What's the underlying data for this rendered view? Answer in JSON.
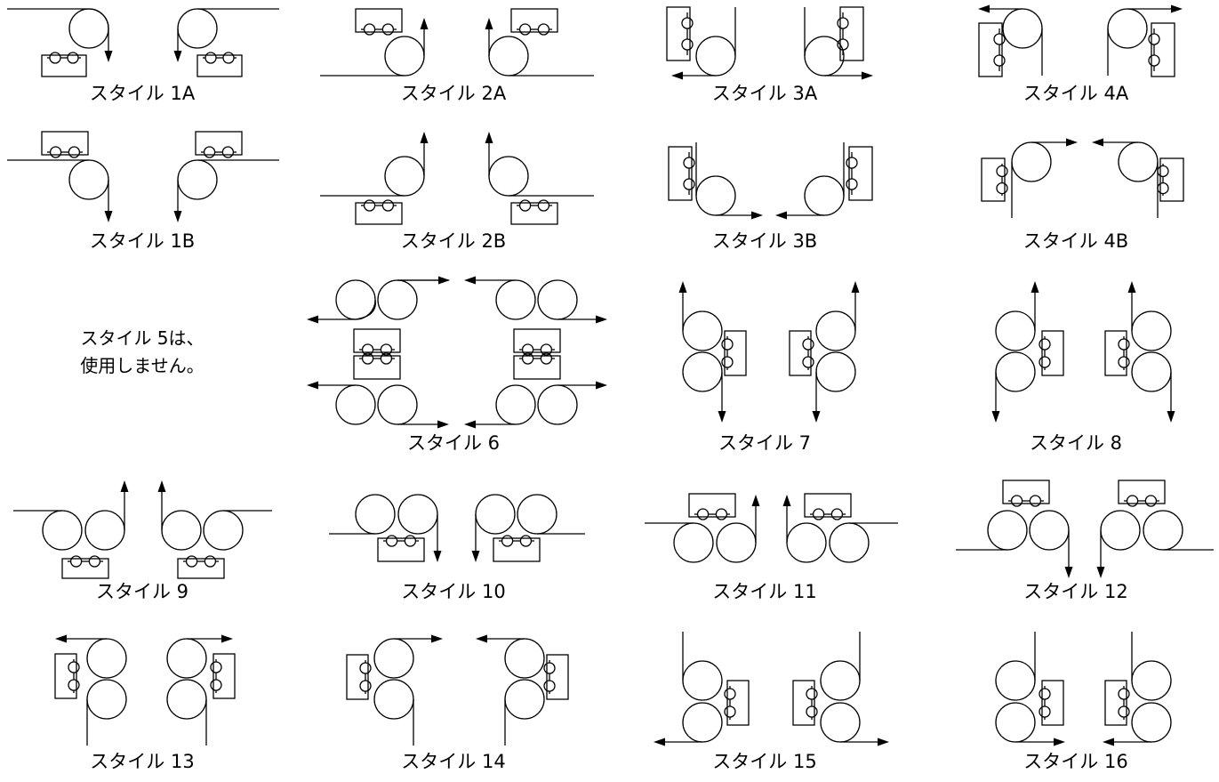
{
  "captions": [
    "スタイル 1A",
    "スタイル 2A",
    "スタイル 3A",
    "スタイル 4A",
    "スタイル 1B",
    "スタイル 2B",
    "スタイル 3B",
    "スタイル 4B",
    "スタイル 6",
    "スタイル 7",
    "スタイル 8",
    "スタイル 9",
    "スタイル 10",
    "スタイル 11",
    "スタイル 12",
    "スタイル 13",
    "スタイル 14",
    "スタイル 15",
    "スタイル 16"
  ],
  "note": {
    "line1": "スタイル 5は、",
    "line2": "使用しません。"
  },
  "colors": {
    "line": "#000000",
    "background": "#ffffff"
  }
}
